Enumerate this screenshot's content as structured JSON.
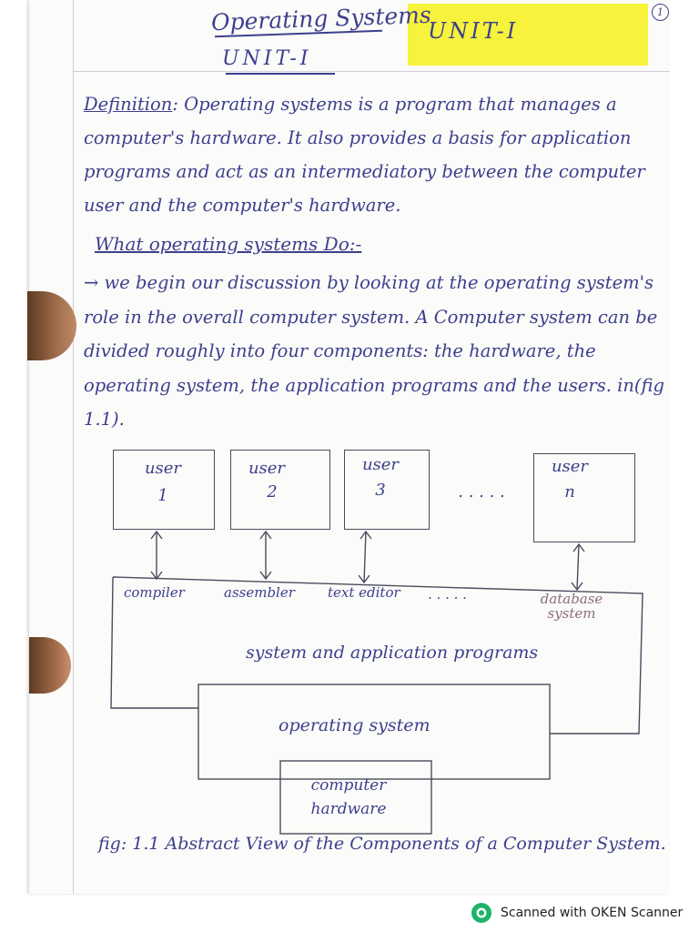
{
  "header": {
    "title": "Operating Systems",
    "unit_subtitle": "UNIT-I",
    "unit_boxed": "UNIT-I",
    "page_number": "1"
  },
  "definition": {
    "label": "Definition",
    "text": ": Operating systems is a program that manages a computer's hardware. It also provides a basis for application programs and act as an intermediatory between the computer user and the computer's hardware."
  },
  "section": {
    "heading": "What operating systems Do:-",
    "text": "→ we begin our discussion by looking at the operating system's role in the overall computer system. A Computer system can be divided roughly into four components: the hardware, the operating system, the application programs and the users. in(fig 1.1)."
  },
  "diagram": {
    "users": [
      {
        "line1": "user",
        "line2": "1"
      },
      {
        "line1": "user",
        "line2": "2"
      },
      {
        "line1": "user",
        "line2": "3"
      },
      {
        "line1": "user",
        "line2": "n"
      }
    ],
    "dots": ". . . . .",
    "programs": [
      "compiler",
      "assembler",
      "text editor",
      "database system"
    ],
    "programs_dots": ". . . . .",
    "apps_label": "system and application programs",
    "os_label": "operating system",
    "hardware_label": "computer hardware"
  },
  "caption": "fig: 1.1 Abstract View of the Components of a Computer System.",
  "footer": {
    "scanner_text": "Scanned with OKEN Scanner",
    "icon": "scanner-logo-icon"
  }
}
